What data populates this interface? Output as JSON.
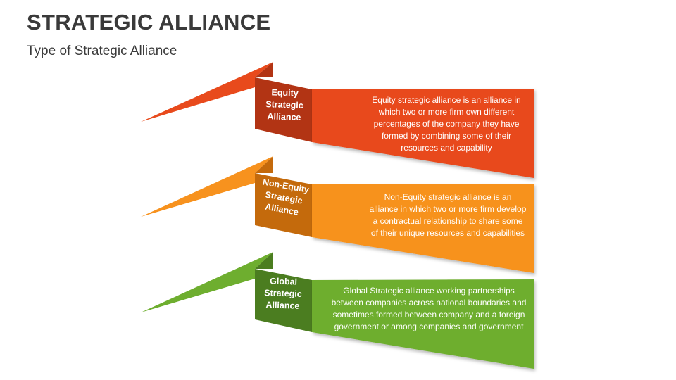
{
  "header": {
    "title": "STRATEGIC ALLIANCE",
    "subtitle": "Type of Strategic Alliance"
  },
  "items": [
    {
      "label": "Equity\nStrategic\nAlliance",
      "description": "Equity strategic alliance is an alliance in which two or more firm own different percentages of the company they have formed by combining some of their resources and capability",
      "colors": {
        "main": "#e84a1c",
        "dark": "#b23414"
      }
    },
    {
      "label": "Non-Equity\nStrategic\nAlliance",
      "description": "Non-Equity strategic alliance is an alliance in which two or more firm develop a contractual relationship to share some of their unique resources and capabilities",
      "colors": {
        "main": "#f7921e",
        "dark": "#c46a0c"
      }
    },
    {
      "label": "Global\nStrategic\nAlliance",
      "description": "Global Strategic alliance working partnerships between companies across national boundaries and sometimes formed between company and a foreign government or among companies and government",
      "colors": {
        "main": "#6eae2f",
        "dark": "#4b7d20"
      }
    }
  ]
}
